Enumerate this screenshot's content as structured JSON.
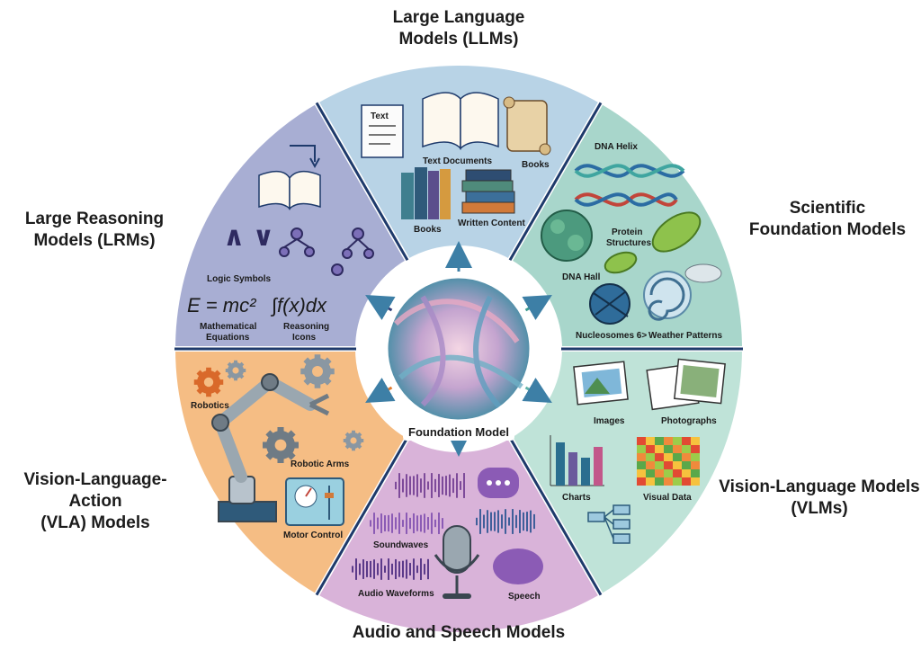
{
  "center": {
    "label": "Foundation Model"
  },
  "colors": {
    "llm": "#b8d3e6",
    "sci": "#a8d6cb",
    "vlm": "#bfe3d8",
    "audio": "#d9b3d9",
    "vla": "#f5bd84",
    "lrm": "#a8aed3",
    "line": "#1e3a6b"
  },
  "categories": {
    "llm": {
      "title_lines": [
        "Large Language",
        "Models (LLMs)"
      ],
      "items": [
        "Text",
        "Text Documents",
        "Books",
        "Books",
        "Written Content"
      ]
    },
    "sci": {
      "title_lines": [
        "Scientific",
        "Foundation Models"
      ],
      "items": [
        "DNA Helix",
        "Protein",
        "Structures",
        "DNA Hall",
        "Nucleosomes 6>",
        "Weather Patterns"
      ]
    },
    "vlm": {
      "title_lines": [
        "Vision-Language Models",
        "(VLMs)"
      ],
      "items": [
        "Images",
        "Photographs",
        "Charts",
        "Visual Data"
      ]
    },
    "audio": {
      "title_lines": [
        "Audio and Speech Models"
      ],
      "items": [
        "Soundwaves",
        "Audio Waveforms",
        "Speech"
      ]
    },
    "vla": {
      "title_lines": [
        "Vision-Language-Action",
        "(VLA) Models"
      ],
      "items": [
        "Robotics",
        "Robotic Arms",
        "Motor Control"
      ]
    },
    "lrm": {
      "title_lines": [
        "Large Reasoning",
        "Models (LRMs)"
      ],
      "items": [
        "Logic Symbols",
        "Mathematical",
        "Equations",
        "Reasoning",
        "Icons"
      ],
      "formulas": [
        "E = mc²",
        "∫f(x)dx",
        "∧ ∨"
      ]
    }
  }
}
